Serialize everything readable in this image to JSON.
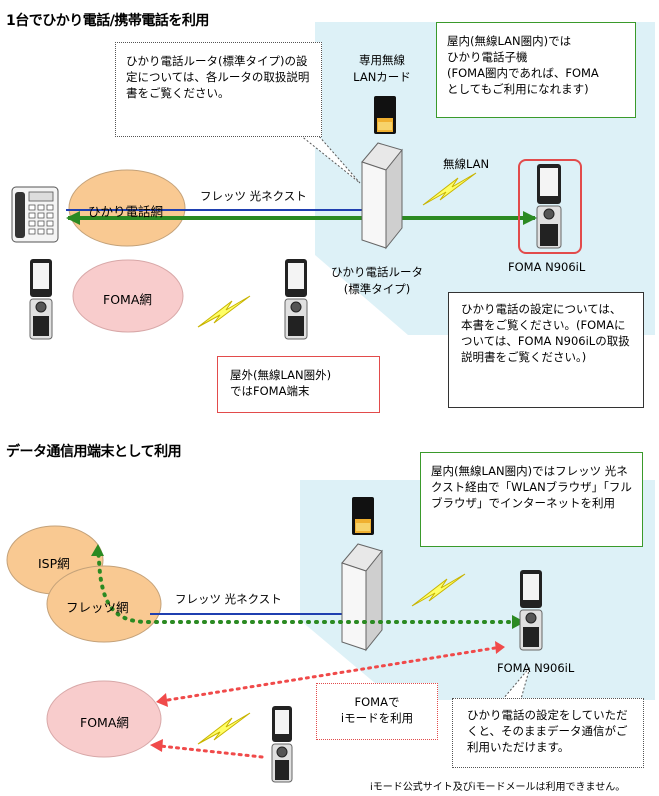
{
  "section1": {
    "title": "1台でひかり電話/携帯電話を利用",
    "note_router": "ひかり電話ルータ(標準タイプ)の設定については、各ルータの取扱説明書をご覧ください。",
    "label_wlan_card": "専用無線\nLANカード",
    "note_indoor": "屋内(無線LAN圏内)では\nひかり電話子機\n(FOMA圏内であれば、FOMA\nとしてもご利用になれます)",
    "label_hikari_net": "ひかり電話網",
    "label_flets": "フレッツ 光ネクスト",
    "label_wireless_lan": "無線LAN",
    "label_router": "ひかり電話ルータ\n(標準タイプ)",
    "label_phone_model": "FOMA N906iL",
    "label_foma_net": "FOMA網",
    "note_manual": "ひかり電話の設定については、本書をご覧ください。(FOMAについては、FOMA N906iLの取扱説明書をご覧ください。)",
    "note_outdoor": "屋外(無線LAN圏外)\nではFOMA端末"
  },
  "section2": {
    "title": "データ通信用端末として利用",
    "note_indoor": "屋内(無線LAN圏内)ではフレッツ 光ネクスト経由で「WLANブラウザ」「フルブラウザ」でインターネットを利用",
    "label_isp": "ISP網",
    "label_flets_net": "フレッツ網",
    "label_flets": "フレッツ 光ネクスト",
    "label_phone_model": "FOMA N906iL",
    "label_foma_net": "FOMA網",
    "note_imode": "FOMAで\niモードを利用",
    "note_settings": "ひかり電話の設定をしていただくと、そのままデータ通信がご利用いただけます。",
    "footnote": "iモード公式サイト及びiモードメールは利用できません。"
  },
  "colors": {
    "orange_cloud": "#f9c992",
    "pink_cloud": "#f8cccc",
    "light_blue": "#ddf1f7",
    "green_line": "#2b8a22",
    "blue_line": "#1f3fb0",
    "red_dotted": "#f04a4a",
    "green_box": "#3a9a2b",
    "red_box": "#e24b4b"
  }
}
